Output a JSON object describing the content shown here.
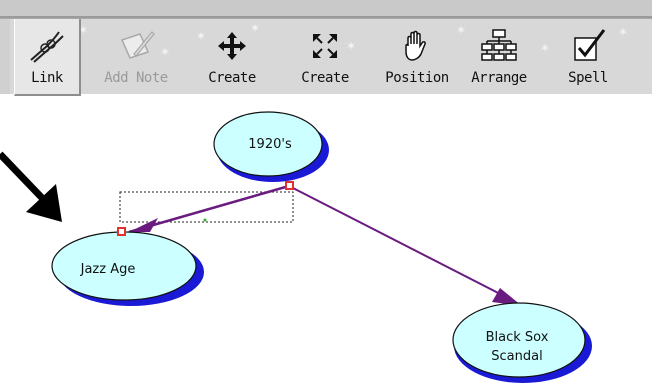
{
  "toolbar": {
    "tools": [
      {
        "label": "Link",
        "icon": "link-icon",
        "active": true
      },
      {
        "label": "Add Note",
        "icon": "add-note-icon",
        "disabled": true
      },
      {
        "label": "Create",
        "icon": "create-move-icon"
      },
      {
        "label": "Create",
        "icon": "create-expand-icon"
      },
      {
        "label": "Position",
        "icon": "hand-icon"
      },
      {
        "label": "Arrange",
        "icon": "hierarchy-icon"
      },
      {
        "label": "Spell",
        "icon": "spell-check-icon"
      }
    ]
  },
  "diagram": {
    "nodes": {
      "n1920s": {
        "lines": [
          "1920's"
        ]
      },
      "jazz": {
        "lines": [
          "Jazz Age"
        ]
      },
      "blacksox": {
        "lines": [
          "Black Sox",
          "Scandal"
        ]
      }
    },
    "colors": {
      "node_fill": "#ccffff",
      "node_shadow": "#1a1ad6",
      "link": "#6a1b7f",
      "handle": "#e53030"
    }
  }
}
